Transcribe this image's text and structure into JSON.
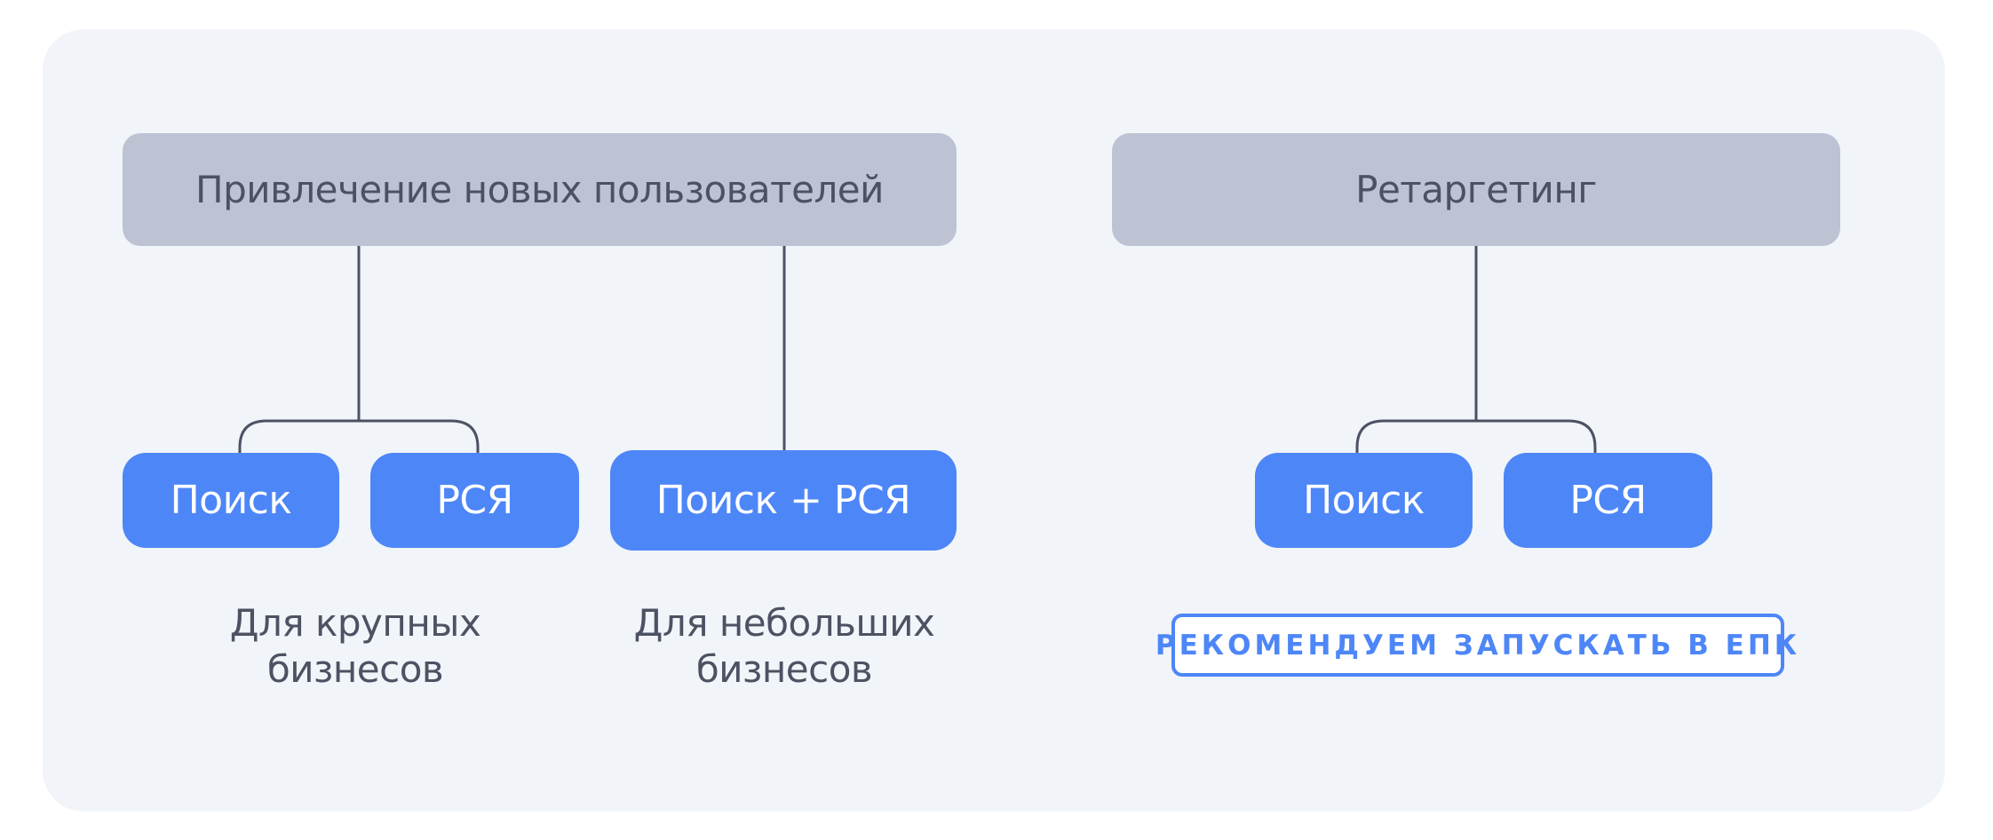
{
  "colors": {
    "panel_bg": "#f1f4f9",
    "category_bg": "#bdc3d3",
    "chip_bg": "#4d86f7",
    "text_dark": "#4d5263",
    "accent": "#4d86f7",
    "connector": "#4d5263"
  },
  "categories": {
    "acquisition": {
      "label": "Привлечение новых пользователей"
    },
    "retargeting": {
      "label": "Ретаргетинг"
    }
  },
  "chips": {
    "acq_search": {
      "label": "Поиск"
    },
    "acq_rsya": {
      "label": "РСЯ"
    },
    "acq_combined": {
      "label": "Поиск + РСЯ"
    },
    "ret_search": {
      "label": "Поиск"
    },
    "ret_rsya": {
      "label": "РСЯ"
    }
  },
  "captions": {
    "large": {
      "line1": "Для крупных",
      "line2": "бизнесов"
    },
    "small": {
      "line1": "Для небольших",
      "line2": "бизнесов"
    }
  },
  "recommendation": {
    "label": "РЕКОМЕНДУЕМ ЗАПУСКАТЬ В ЕПК"
  }
}
